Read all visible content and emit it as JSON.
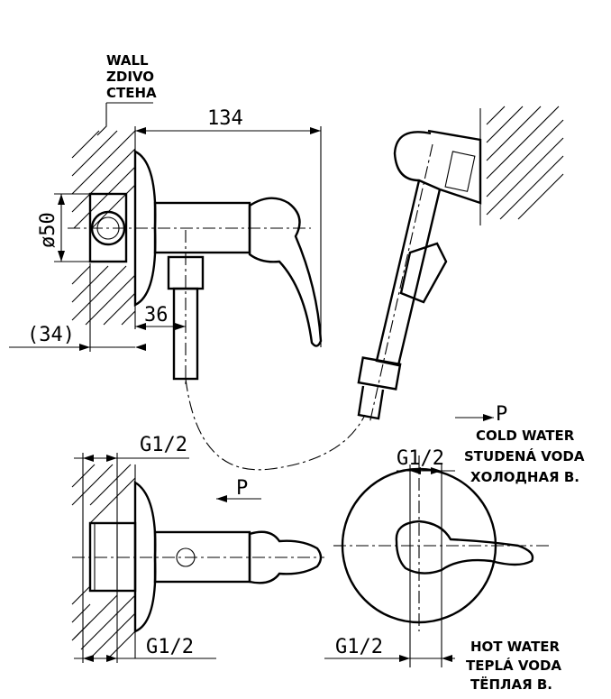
{
  "labels": {
    "wall": [
      "WALL",
      "ZDIVO",
      "СТЕНА"
    ],
    "cold_water": [
      "COLD WATER",
      "STUDENÁ VODA",
      "ХОЛОДНАЯ В."
    ],
    "hot_water": [
      "HOT WATER",
      "TEPLÁ VODA",
      "ТЁПЛАЯ В."
    ],
    "flow_marker_top": "P",
    "flow_marker_left": "P"
  },
  "dimensions": {
    "overall_length": "134",
    "diameter": "ø50",
    "outlet_offset": "36",
    "wall_offset": "(34)",
    "thread_top": "G1/2",
    "thread_bottom": "G1/2",
    "thread_front_top": "G1/2",
    "thread_front_bottom": "G1/2"
  }
}
